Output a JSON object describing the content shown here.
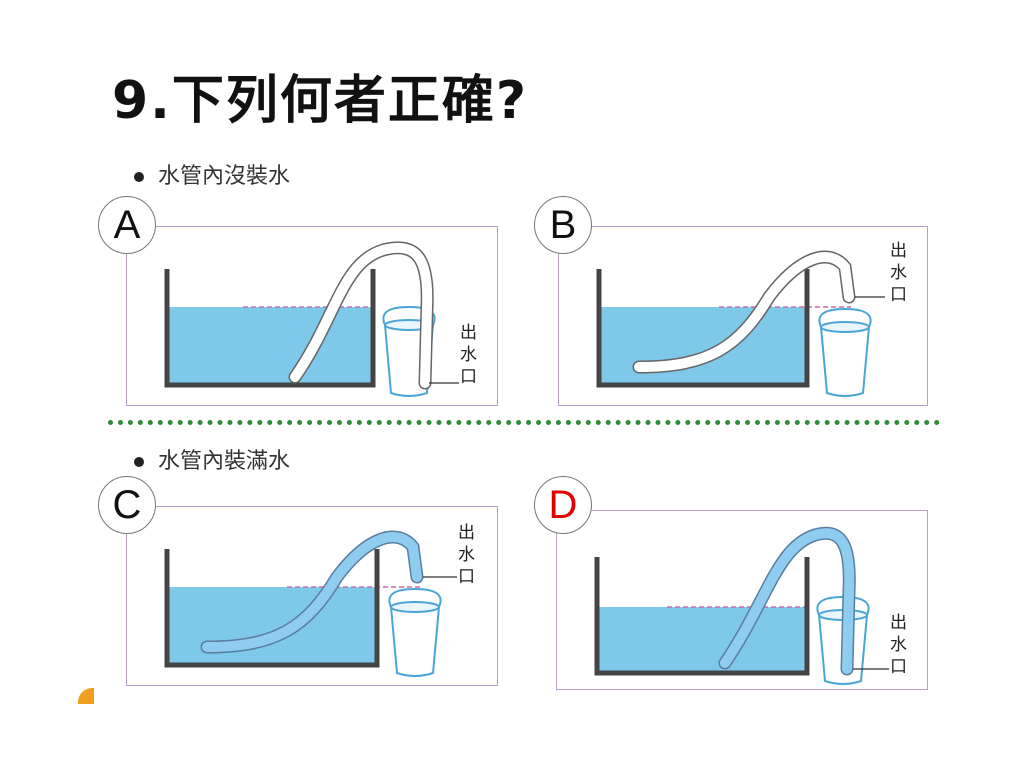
{
  "question": {
    "title": "9.下列何者正確?"
  },
  "sections": {
    "empty": {
      "label": "水管內沒裝水"
    },
    "full": {
      "label": "水管內裝滿水"
    }
  },
  "panels": {
    "a": {
      "letter": "A"
    },
    "b": {
      "letter": "B"
    },
    "c": {
      "letter": "C"
    },
    "d": {
      "letter": "D",
      "correct": true
    }
  },
  "outlet": [
    "出",
    "水",
    "口"
  ],
  "colors": {
    "water": "#7ec8ea",
    "tank": "#444444",
    "bucket": "#4aa6d6",
    "hose_empty": "#ffffff",
    "hose_full": "#8fcdf0",
    "panel_border": "#b8a0c8",
    "correct": "#e00000",
    "separator": "#2e8b3a"
  }
}
